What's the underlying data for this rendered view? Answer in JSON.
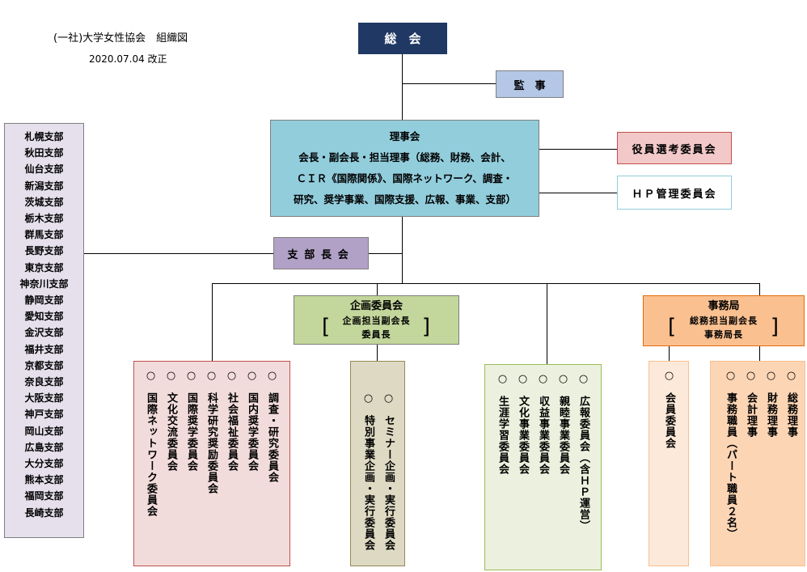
{
  "header": {
    "title": "(一社)大学女性協会　組織図",
    "revision": "2020.07.04 改正"
  },
  "general_meeting": "総　会",
  "auditor": "監　事",
  "board": {
    "title": "理事会",
    "line1": "会長・副会長・担当理事（総務、財務、会計、",
    "line2": "ＣＩＲ《国際関係》、国際ネットワーク、調査・",
    "line3": "研究、奨学事業、国際支援、広報、事業、支部）"
  },
  "officer_selection_committee": "役員選考委員会",
  "hp_management_committee": "ＨＰ管理委員会",
  "branch_heads_meeting": "支部長会",
  "branches": [
    "札幌支部",
    "秋田支部",
    "仙台支部",
    "新潟支部",
    "茨城支部",
    "栃木支部",
    "群馬支部",
    "長野支部",
    "東京支部",
    "神奈川支部",
    "静岡支部",
    "愛知支部",
    "金沢支部",
    "福井支部",
    "京都支部",
    "奈良支部",
    "大阪支部",
    "神戸支部",
    "岡山支部",
    "広島支部",
    "大分支部",
    "熊本支部",
    "福岡支部",
    "長崎支部"
  ],
  "planning_committee": {
    "title": "企画委員会",
    "sub1": "企画担当副会長",
    "sub2": "委員長"
  },
  "secretariat": {
    "title": "事務局",
    "sub1": "総務担当副会長",
    "sub2": "事務局長"
  },
  "group_a": [
    "調査・研究委員会",
    "国内奨学委員会",
    "社会福祉委員会",
    "科学研究奨励委員会",
    "国際奨学委員会",
    "文化交流委員会",
    "国際ネットワーク委員会"
  ],
  "group_b": [
    "セミナー企画・実行委員会",
    "特別事業企画・実行委員会"
  ],
  "group_c": [
    "広報委員会（含ＨＰ運営）",
    "親睦事業委員会",
    "収益事業委員会",
    "文化事業委員会",
    "生涯学習委員会"
  ],
  "group_d": [
    "会員委員会"
  ],
  "group_e": [
    "総務理事",
    "財務理事",
    "会計理事",
    "事務職員（パート職員２名）"
  ],
  "colors": {
    "general_meeting": "#203864",
    "auditor": "#b4c7e7",
    "board": "#92cddc",
    "officer_selection": "#f2c8c8",
    "hp_management": "#ffffff",
    "branch_heads": "#b2a1c7",
    "branches": "#e5e0ec",
    "planning": "#c3d69b",
    "secretariat": "#fac090",
    "group_a": "#f2dcdb",
    "group_b": "#ddd9c3",
    "group_c": "#ebf1de",
    "group_d": "#fde9d9",
    "group_e": "#fcd5b5"
  },
  "icons": {
    "committee_marker": "circle-marker",
    "bracket": "bracket-icon"
  }
}
